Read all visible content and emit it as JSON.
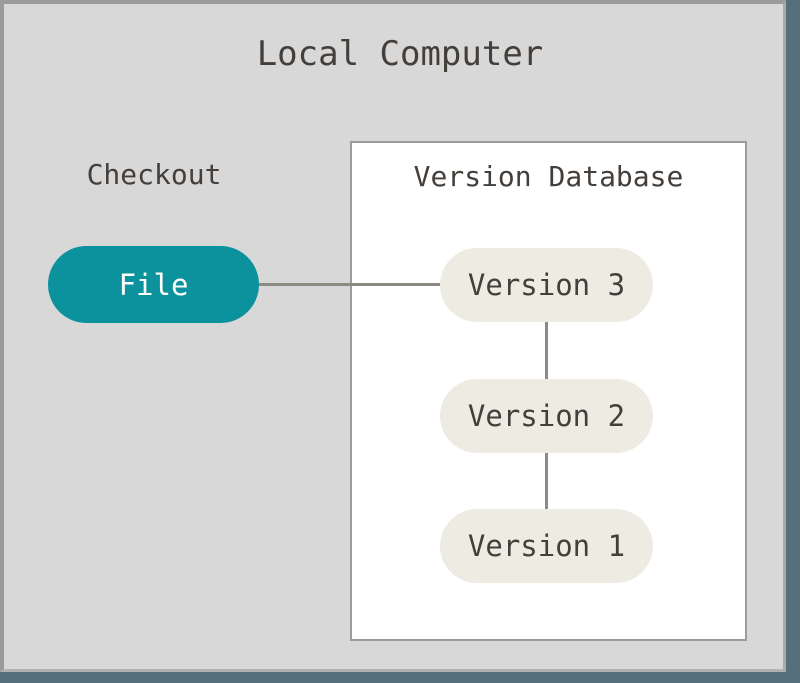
{
  "diagram": {
    "title": "Local Computer",
    "checkout": {
      "label": "Checkout",
      "file_node": "File"
    },
    "version_database": {
      "label": "Version Database",
      "versions": [
        "Version 3",
        "Version 2",
        "Version 1"
      ]
    }
  },
  "colors": {
    "background": "#d8d8d8",
    "frame_strip": "#56707b",
    "border": "#9b9b9b",
    "box_bg": "#ffffff",
    "text": "#443f3a",
    "file_node_bg": "#0b929c",
    "file_node_text": "#ffffff",
    "version_node_bg": "#eeebe3",
    "connector": "#8b8b83"
  }
}
